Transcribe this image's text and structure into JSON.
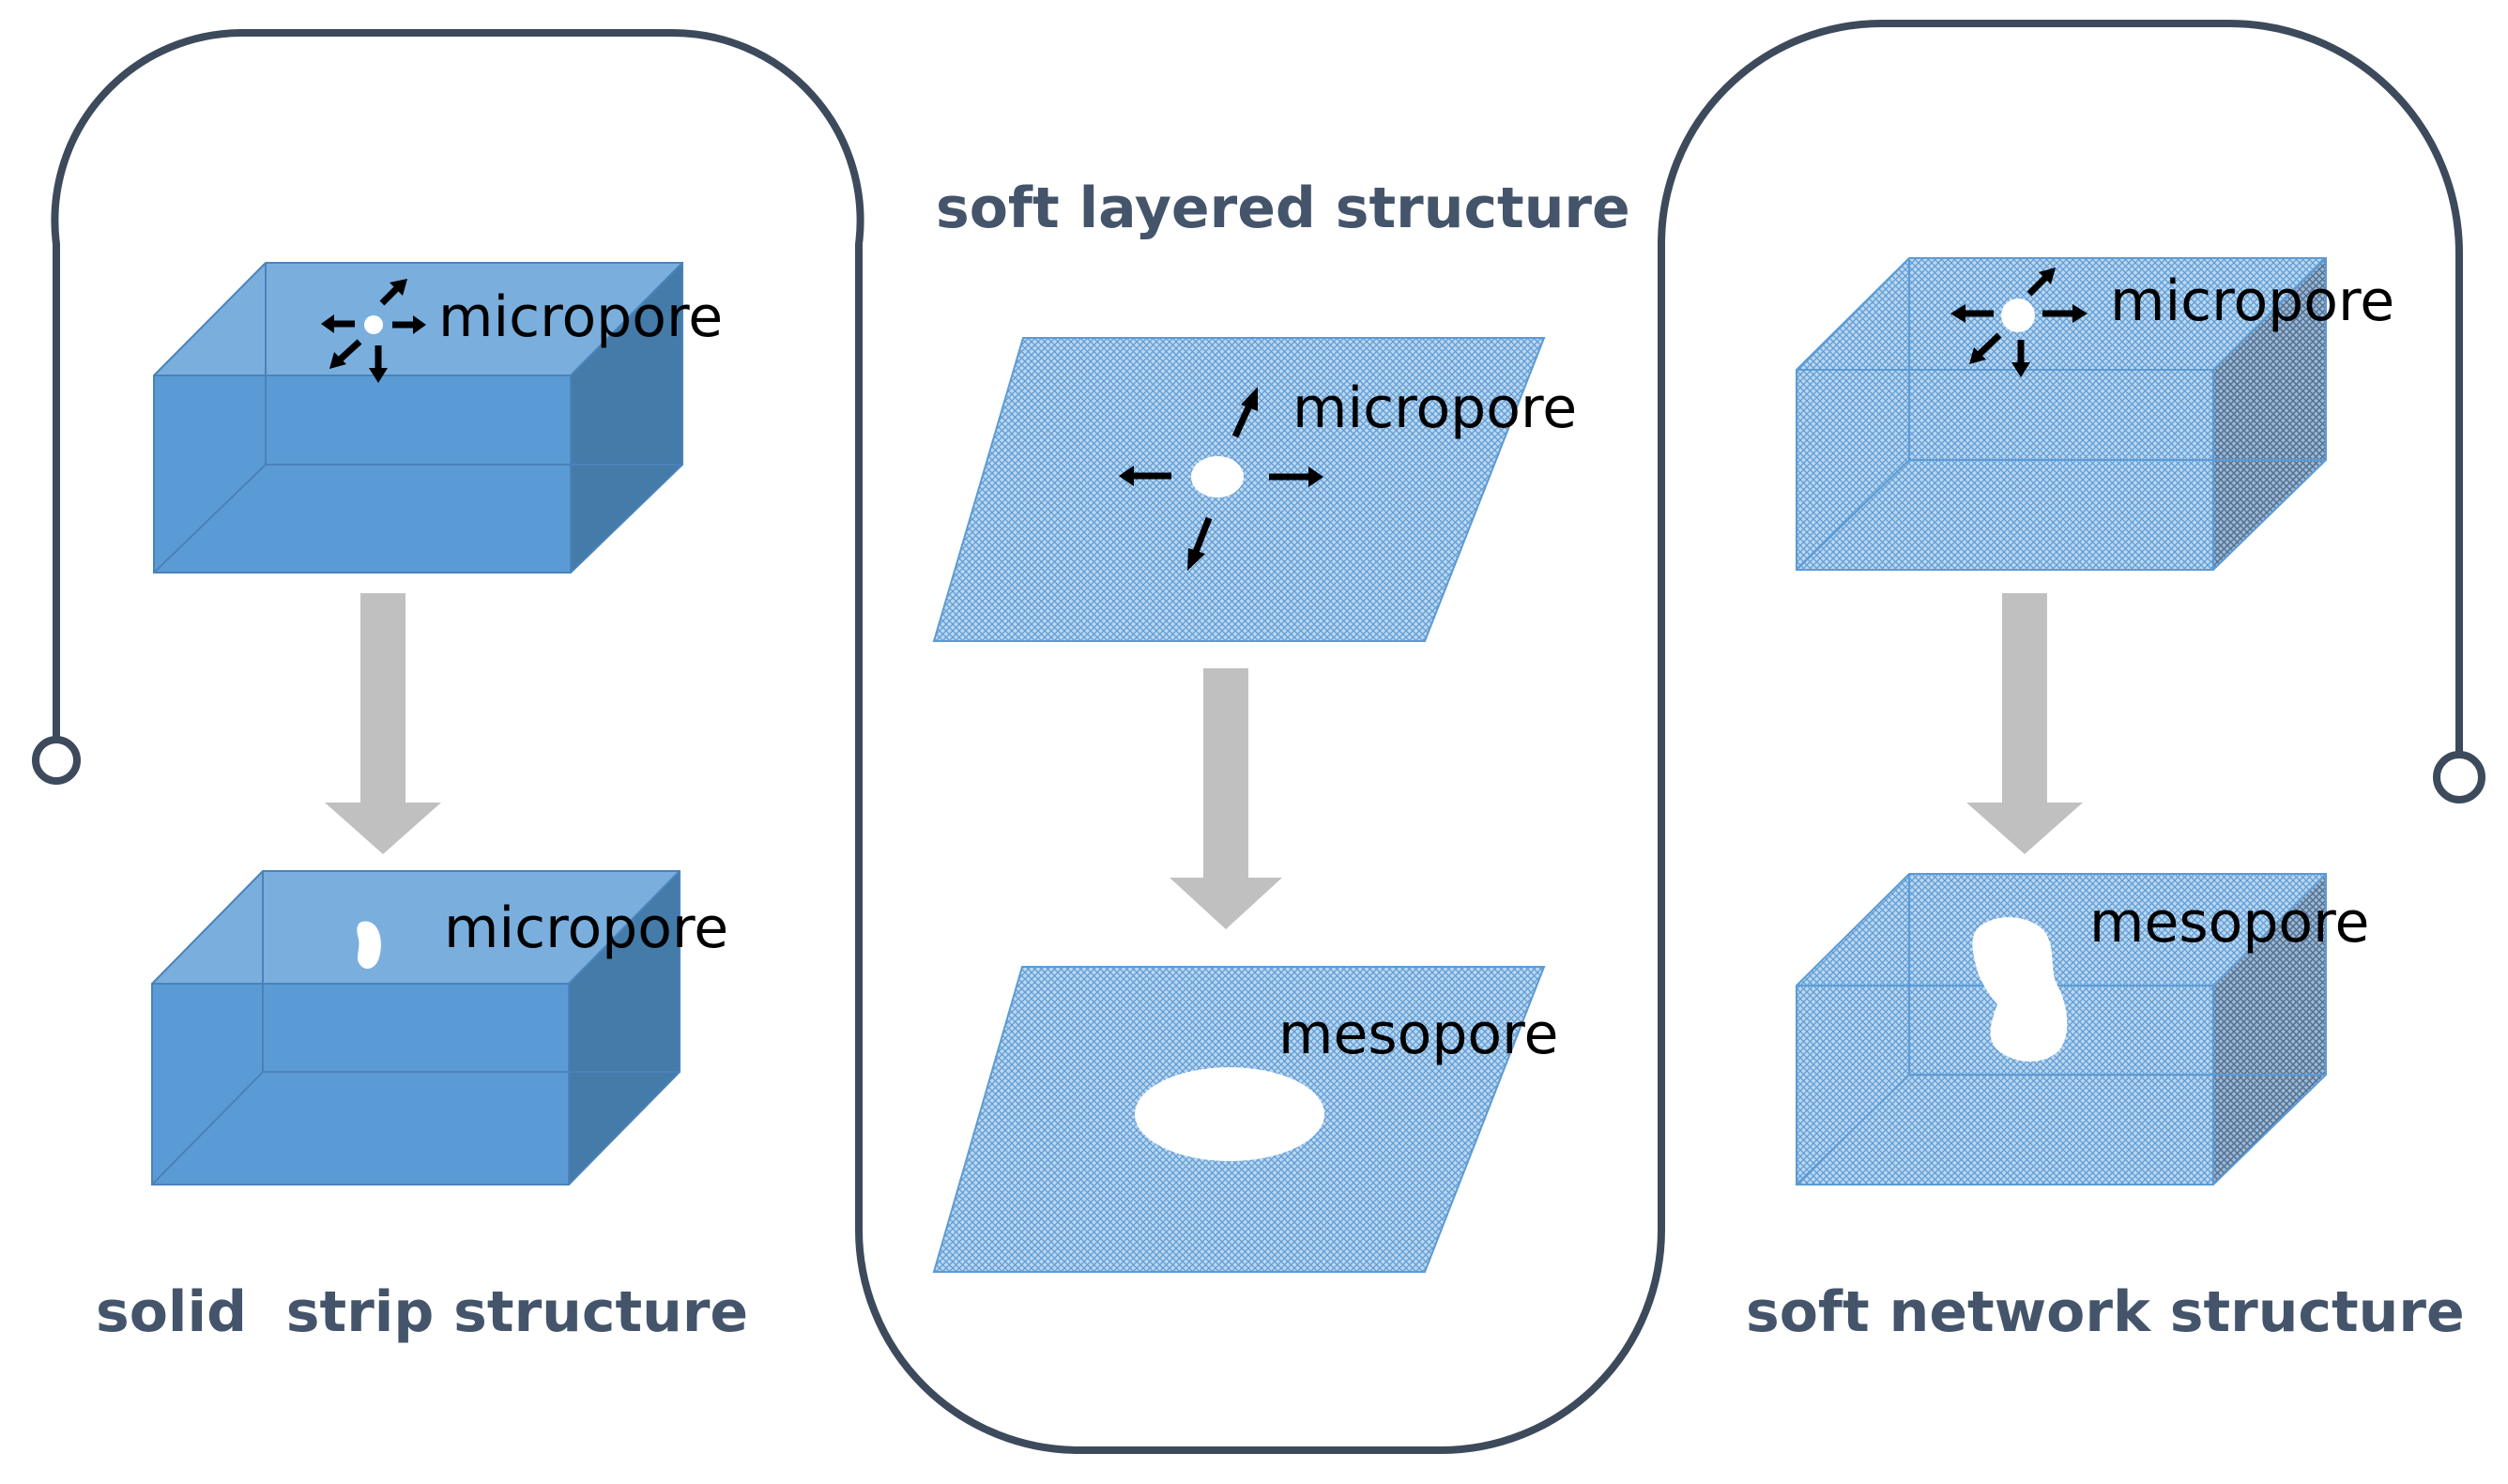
{
  "colors": {
    "outline": "#3c4a5c",
    "title_text": "#44546a",
    "solid_front": "#5b9bd5",
    "solid_top": "#7aaedd",
    "solid_side": "#447ba9",
    "hatch_bg": "#bcd6ef",
    "hatch_line": "#5b9bd5",
    "arrow_gray": "#c0c0c0",
    "pore": "#ffffff"
  },
  "panels": {
    "left": {
      "title": "solid  strip structure",
      "top_label": "micropore",
      "bottom_label": "micropore"
    },
    "middle": {
      "title": "soft layered structure",
      "top_label": "micropore",
      "bottom_label": "mesopore"
    },
    "right": {
      "title": "soft network structure",
      "top_label": "micropore",
      "bottom_label": "mesopore"
    }
  }
}
